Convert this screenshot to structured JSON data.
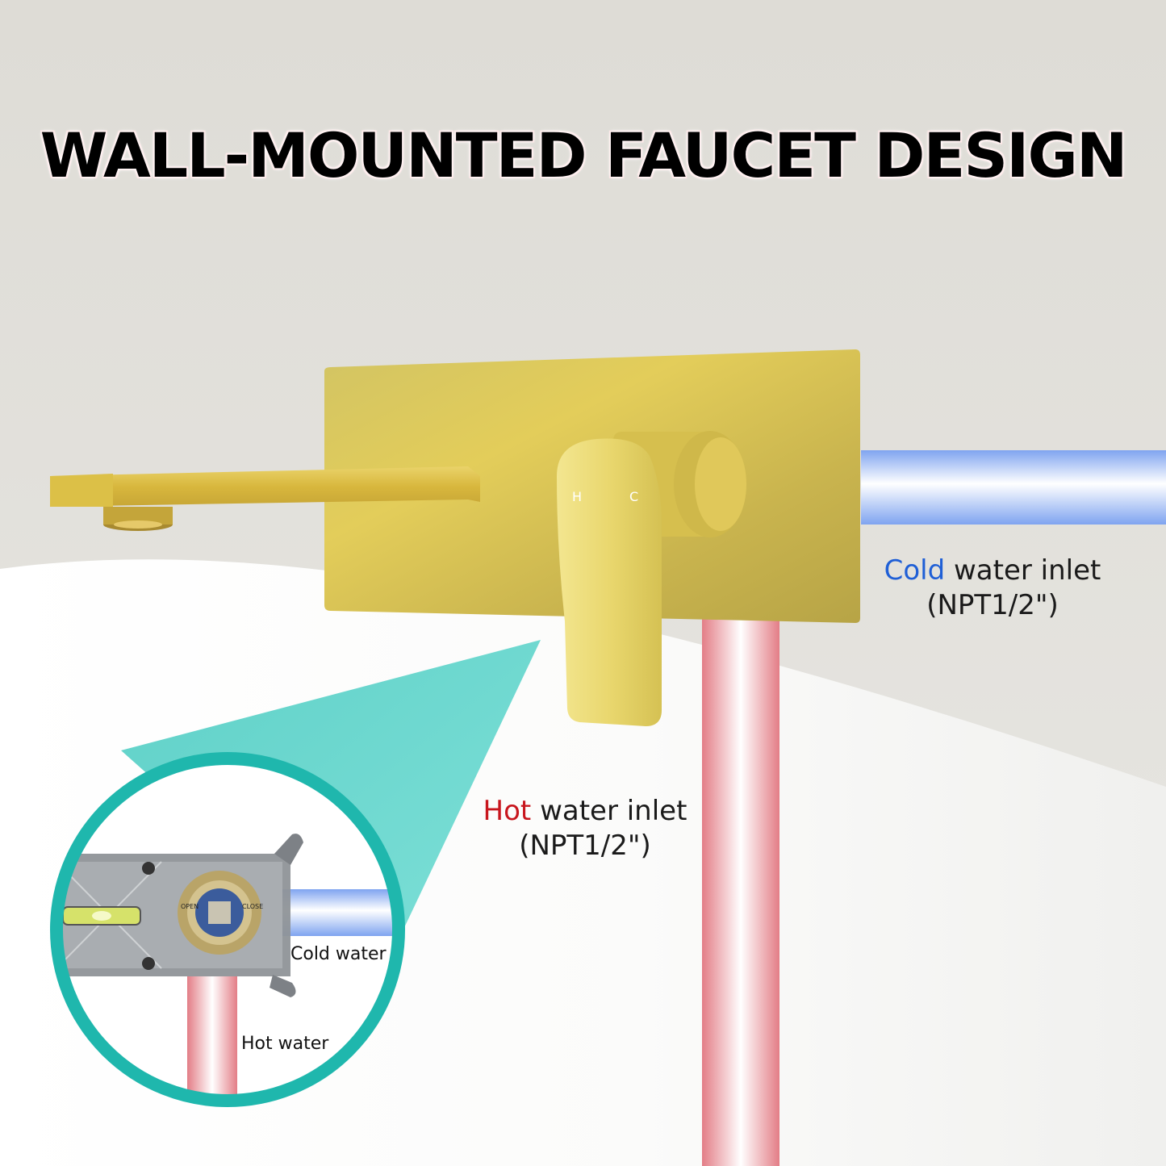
{
  "title": "WALL-MOUNTED FAUCET DESIGN",
  "cold_inlet": {
    "highlight": "Cold",
    "rest": "water inlet",
    "spec": "(NPT1/2\")"
  },
  "hot_inlet": {
    "highlight": "Hot",
    "rest": "water inlet",
    "spec": "(NPT1/2\")"
  },
  "inset": {
    "cold_label": "Cold water",
    "hot_label": "Hot water",
    "valve_open": "OPEN",
    "valve_close": "CLOSE"
  },
  "handle_marks": {
    "hot": "H",
    "cold": "C"
  },
  "colors": {
    "faucet_gold": "#d9c25a",
    "cold_pipe": "#7fa4f0",
    "hot_pipe": "#e37d86",
    "teal_callout": "#1fb7ad",
    "cold_text": "#1f5fd6",
    "hot_text": "#c8161d"
  }
}
